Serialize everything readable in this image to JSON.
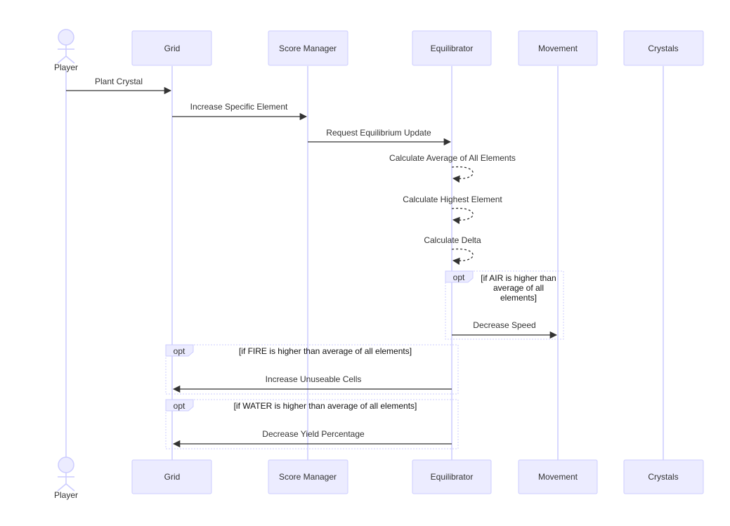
{
  "participants": {
    "player": "Player",
    "grid": "Grid",
    "score_manager": "Score Manager",
    "equilibrator": "Equilibrator",
    "movement": "Movement",
    "crystals": "Crystals"
  },
  "messages": [
    {
      "from": "Player",
      "to": "Grid",
      "text": "Plant Crystal"
    },
    {
      "from": "Grid",
      "to": "Score Manager",
      "text": "Increase Specific Element"
    },
    {
      "from": "Score Manager",
      "to": "Equilibrator",
      "text": "Request Equilibrium Update"
    },
    {
      "from": "Equilibrator",
      "to": "Equilibrator",
      "text": "Calculate Average of All Elements"
    },
    {
      "from": "Equilibrator",
      "to": "Equilibrator",
      "text": "Calculate Highest Element"
    },
    {
      "from": "Equilibrator",
      "to": "Equilibrator",
      "text": "Calculate Delta"
    },
    {
      "from": "Equilibrator",
      "to": "Movement",
      "text": "Decrease Speed"
    },
    {
      "from": "Equilibrator",
      "to": "Grid",
      "text": "Increase Unuseable Cells"
    },
    {
      "from": "Equilibrator",
      "to": "Grid",
      "text": "Decrease Yield Percentage"
    }
  ],
  "frames": [
    {
      "tag": "opt",
      "condition_lines": [
        "[if AIR is higher than",
        "average of all",
        "elements]"
      ]
    },
    {
      "tag": "opt",
      "condition": "[if FIRE is higher than average of all elements]"
    },
    {
      "tag": "opt",
      "condition": "[if WATER is higher than average of all elements]"
    }
  ]
}
